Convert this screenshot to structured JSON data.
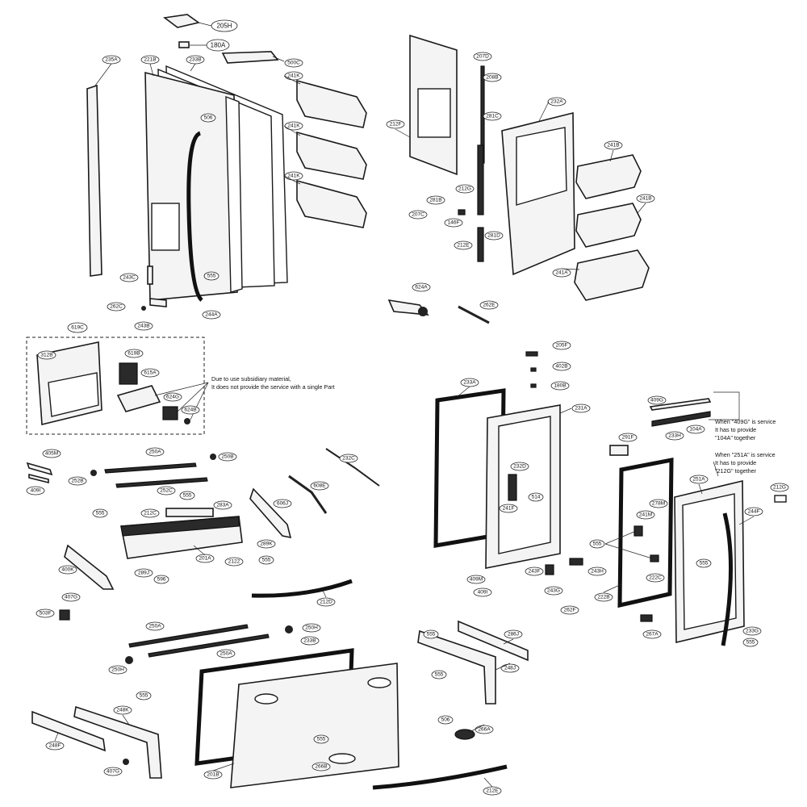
{
  "callouts": {
    "c205H": "205H",
    "c180A": "180A",
    "c235A": "235A",
    "c221B": "221B",
    "c233B": "233B",
    "c500C": "500C",
    "c241K1": "241K",
    "c241K2": "241K",
    "c241K3": "241K",
    "c506": "506",
    "c243C": "243C",
    "c262C": "262C",
    "c243B": "243B",
    "c555a": "555",
    "c244A": "244A",
    "c207D": "207D",
    "c208B": "208B",
    "c212F": "212F",
    "c281C": "281C",
    "c232A": "232A",
    "c241B1": "241B",
    "c241B2": "241B",
    "c281B": "281B",
    "c212G": "212G",
    "c207C": "207C",
    "c146F": "146F",
    "c212E": "212E",
    "c281D": "281D",
    "c241A": "241A",
    "c624A": "624A",
    "c262E": "262E",
    "c619C": "619C",
    "c312B": "312B",
    "c619B": "619B",
    "c615A": "615A",
    "c624G": "624G",
    "c624B": "624B",
    "c205F": "205F",
    "c402B": "402B",
    "c180B": "180B",
    "c233A": "233A",
    "c231A": "231A",
    "c232D": "232D",
    "c514": "514",
    "c241F": "241F",
    "c409G": "409G",
    "c104A": "104A",
    "c233H": "233H",
    "c291F": "291F",
    "c251A": "251A",
    "c212G2": "212G",
    "c278M": "278M",
    "c241M": "241M",
    "c244F": "244F",
    "c555b": "555",
    "c222B": "222B",
    "c555c": "555",
    "c243F": "243F",
    "c243H": "243H",
    "c409M": "409M",
    "c409I": "409I",
    "c243G": "243G",
    "c262F": "262F",
    "c222C": "222C",
    "c267A": "267A",
    "c233G": "233G",
    "c555d": "555",
    "c405M": "405M",
    "c409I2": "409I",
    "c250A": "250A",
    "c250B": "250B",
    "c252B": "252B",
    "c252C": "252C",
    "c555e": "555",
    "c555f": "555",
    "c283A": "283A",
    "c212C": "212C",
    "c606J": "606J",
    "c608E": "608E",
    "c232C": "232C",
    "c400K": "400K",
    "c201A": "201A",
    "c2122": "2122",
    "c289K": "289K",
    "c289J": "289J",
    "c555g": "555",
    "c596": "596",
    "c407G": "407G",
    "c503F": "503F",
    "c212D": "212D",
    "c250A2": "250A",
    "c250H": "250H",
    "c233B2": "233B",
    "c250A3": "250A",
    "c250H2": "250H",
    "c555h": "555",
    "c248K": "248K",
    "c248F": "248F",
    "c407G2": "407G",
    "c555i": "555",
    "c266B": "266B",
    "c555j": "555",
    "c506b": "506",
    "c248J": "248J",
    "c555k": "555",
    "c286J": "286J",
    "c201B": "201B",
    "c266A": "266A",
    "c212E2": "212E"
  },
  "notes": {
    "subsidiary_line1": "Due to use subsidiary material,",
    "subsidiary_line2": "It does not provide the service with a single Part",
    "n409G_line1": "When \"409G\" is service",
    "n409G_line2": "It has to provide",
    "n409G_line3": "\"104A\" together",
    "n251A_line1": "When \"251A\" is service",
    "n251A_line2": "It has to provide",
    "n251A_line3": "\"212G\" together"
  }
}
